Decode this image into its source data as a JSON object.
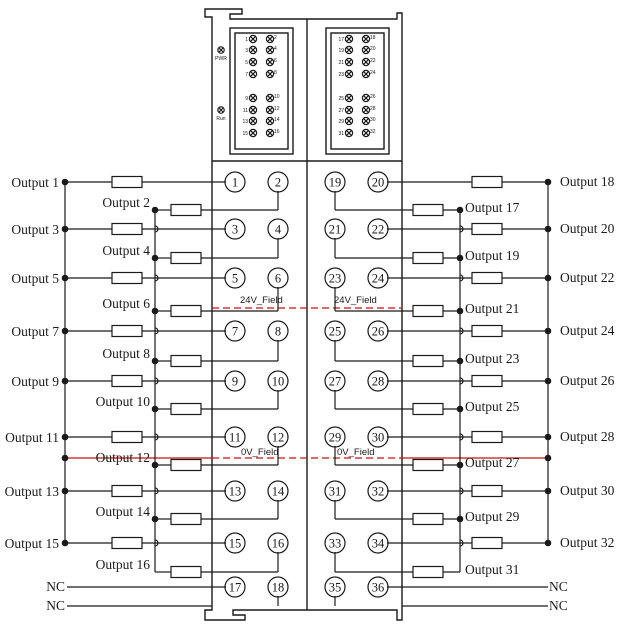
{
  "diagram": {
    "title": "32-channel digital output module wiring",
    "colors": {
      "line": "#1a1a1a",
      "field_line": "#cc1111",
      "background": "#ffffff"
    },
    "status_leds": [
      {
        "label": "PWR",
        "icon": "led-icon"
      },
      {
        "label": "Run",
        "icon": "led-icon"
      }
    ],
    "channel_leds": {
      "left": [
        "1",
        "2",
        "3",
        "4",
        "5",
        "6",
        "7",
        "8",
        "9",
        "10",
        "11",
        "12",
        "13",
        "14",
        "15",
        "16"
      ],
      "right": [
        "17",
        "18",
        "19",
        "20",
        "21",
        "22",
        "23",
        "24",
        "25",
        "26",
        "27",
        "28",
        "29",
        "30",
        "31",
        "32"
      ]
    },
    "field_labels": {
      "supply": "24V_Field",
      "ground": "0V_Field"
    },
    "terminals": {
      "left_a": [
        "1",
        "3",
        "5",
        "7",
        "9",
        "11",
        "13",
        "15",
        "17"
      ],
      "left_b": [
        "2",
        "4",
        "6",
        "8",
        "10",
        "12",
        "14",
        "16",
        "18"
      ],
      "right_a": [
        "19",
        "21",
        "23",
        "25",
        "27",
        "29",
        "31",
        "33",
        "35"
      ],
      "right_b": [
        "20",
        "22",
        "24",
        "26",
        "28",
        "30",
        "32",
        "34",
        "36"
      ]
    },
    "left_outer_outputs": [
      "Output 1",
      "Output 3",
      "Output 5",
      "Output 7",
      "Output 9",
      "Output 11",
      "Output 13",
      "Output 15"
    ],
    "left_inner_outputs": [
      "Output 2",
      "Output 4",
      "Output 6",
      "Output 8",
      "Output 10",
      "Output 12",
      "Output 14",
      "Output 16"
    ],
    "right_outer_outputs": [
      "Output  18",
      "Output  20",
      "Output  22",
      "Output  24",
      "Output  26",
      "Output  28",
      "Output  30",
      "Output  32"
    ],
    "right_inner_outputs": [
      "Output 17",
      "Output 19",
      "Output 21",
      "Output 23",
      "Output 25",
      "Output 27",
      "Output 29",
      "Output 31"
    ],
    "nc_label": "NC"
  }
}
